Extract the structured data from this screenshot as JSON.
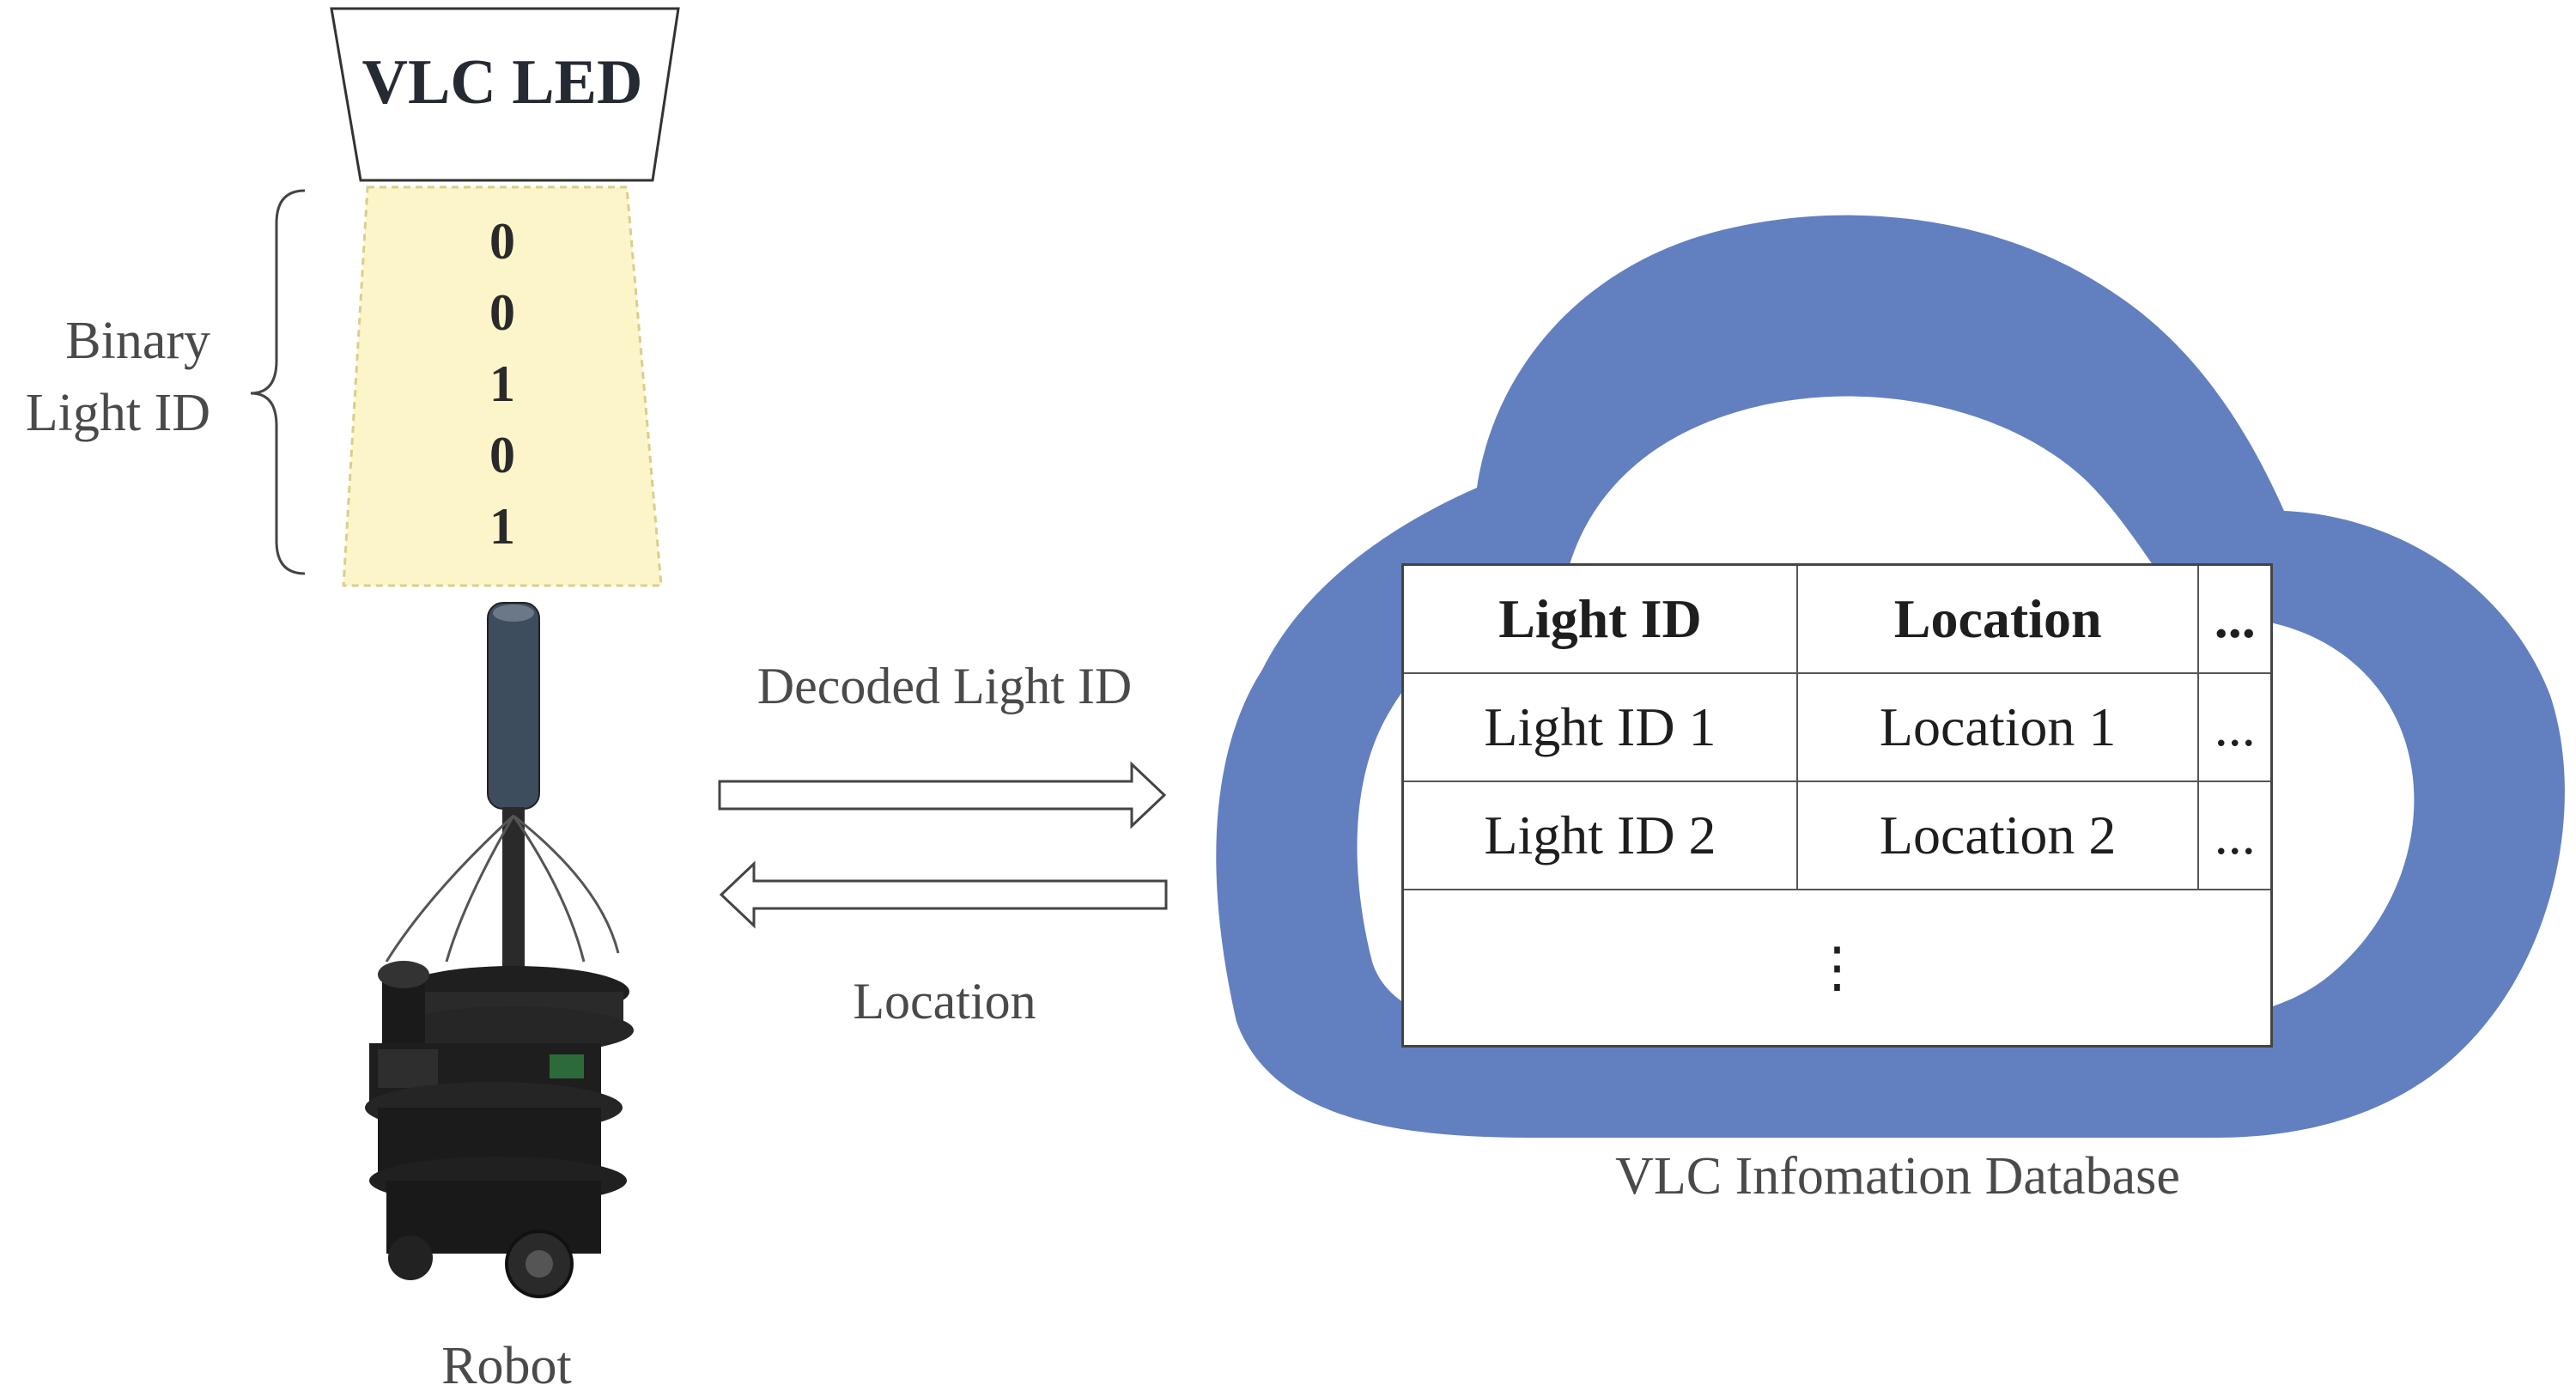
{
  "led": {
    "title": "VLC LED"
  },
  "binary_id": {
    "label": "Binary Light ID",
    "bits": [
      "0",
      "0",
      "1",
      "0",
      "1"
    ]
  },
  "arrows": {
    "top_label": "Decoded Light ID",
    "bottom_label": "Location"
  },
  "robot": {
    "label": "Robot"
  },
  "database": {
    "label": "VLC Infomation Database",
    "columns": [
      "Light ID",
      "Location",
      "..."
    ],
    "rows": [
      [
        "Light ID 1",
        "Location 1",
        "..."
      ],
      [
        "Light ID 2",
        "Location 2",
        "..."
      ]
    ],
    "continuation": "⋮"
  },
  "colors": {
    "cloud": "#6280c0",
    "beam": "#fbf5c9",
    "beam_edge": "#d8cf8a"
  }
}
